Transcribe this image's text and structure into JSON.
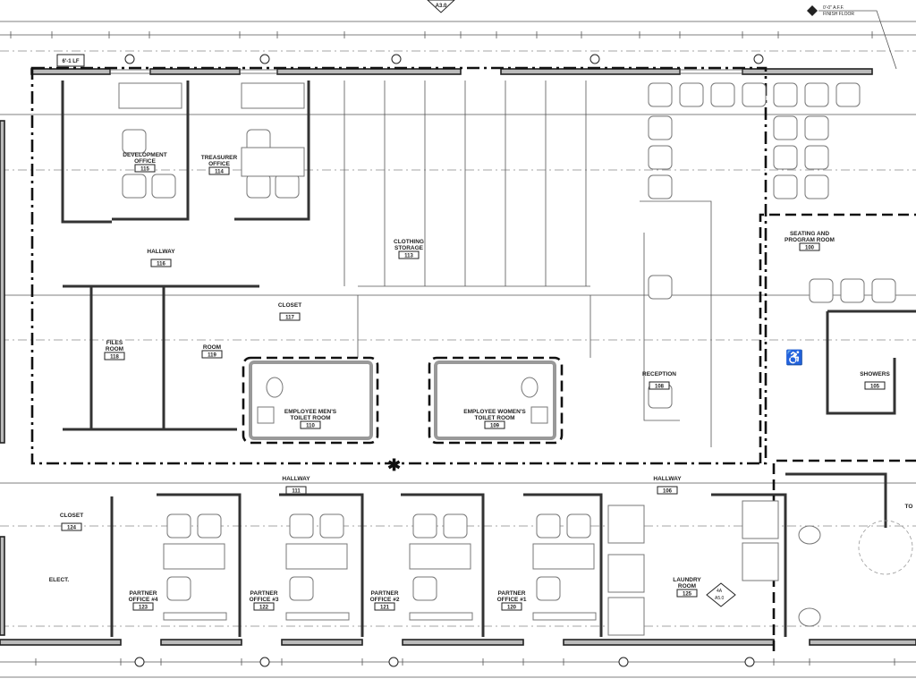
{
  "plan": {
    "rooms": [
      {
        "name": "DEVELOPMENT",
        "name2": "OFFICE",
        "num": "115"
      },
      {
        "name": "TREASURER",
        "name2": "OFFICE",
        "num": "114"
      },
      {
        "name": "HALLWAY",
        "name2": "",
        "num": "116"
      },
      {
        "name": "CLOTHING",
        "name2": "STORAGE",
        "num": "113"
      },
      {
        "name": "CLOSET",
        "name2": "",
        "num": "117"
      },
      {
        "name": "FILES",
        "name2": "ROOM",
        "num": "118"
      },
      {
        "name": "",
        "name2": "ROOM",
        "num": "119"
      },
      {
        "name": "EMPLOYEE MEN'S",
        "name2": "TOILET ROOM",
        "num": "110"
      },
      {
        "name": "EMPLOYEE WOMEN'S",
        "name2": "TOILET ROOM",
        "num": "109"
      },
      {
        "name": "RECEPTION",
        "name2": "",
        "num": "108"
      },
      {
        "name": "SEATING AND",
        "name2": "PROGRAM ROOM",
        "num": "100"
      },
      {
        "name": "SHOWERS",
        "name2": "",
        "num": "105"
      },
      {
        "name": "HALLWAY",
        "name2": "",
        "num": "111"
      },
      {
        "name": "HALLWAY",
        "name2": "",
        "num": "106"
      },
      {
        "name": "CLOSET",
        "name2": "",
        "num": "124"
      },
      {
        "name": "ELECT.",
        "name2": "",
        "num": ""
      },
      {
        "name": "PARTNER",
        "name2": "OFFICE #4",
        "num": "123"
      },
      {
        "name": "PARTNER",
        "name2": "OFFICE #3",
        "num": "122"
      },
      {
        "name": "PARTNER",
        "name2": "OFFICE #2",
        "num": "121"
      },
      {
        "name": "PARTNER",
        "name2": "OFFICE #1",
        "num": "120"
      },
      {
        "name": "LAUNDRY",
        "name2": "ROOM",
        "num": "125"
      },
      {
        "name": "TO",
        "name2": "",
        "num": ""
      }
    ],
    "window_tag": "6'-1 LF",
    "section_mark": "A3.0",
    "elevation_mark": "4A",
    "elevation_sheet": "A5.0",
    "floor_note": "0'-0\" A.F.F.",
    "floor_note2": "FINISH FLOOR",
    "colors": {
      "line": "#222222",
      "wall_fill": "#bbbbbb",
      "background": "#ffffff"
    }
  }
}
